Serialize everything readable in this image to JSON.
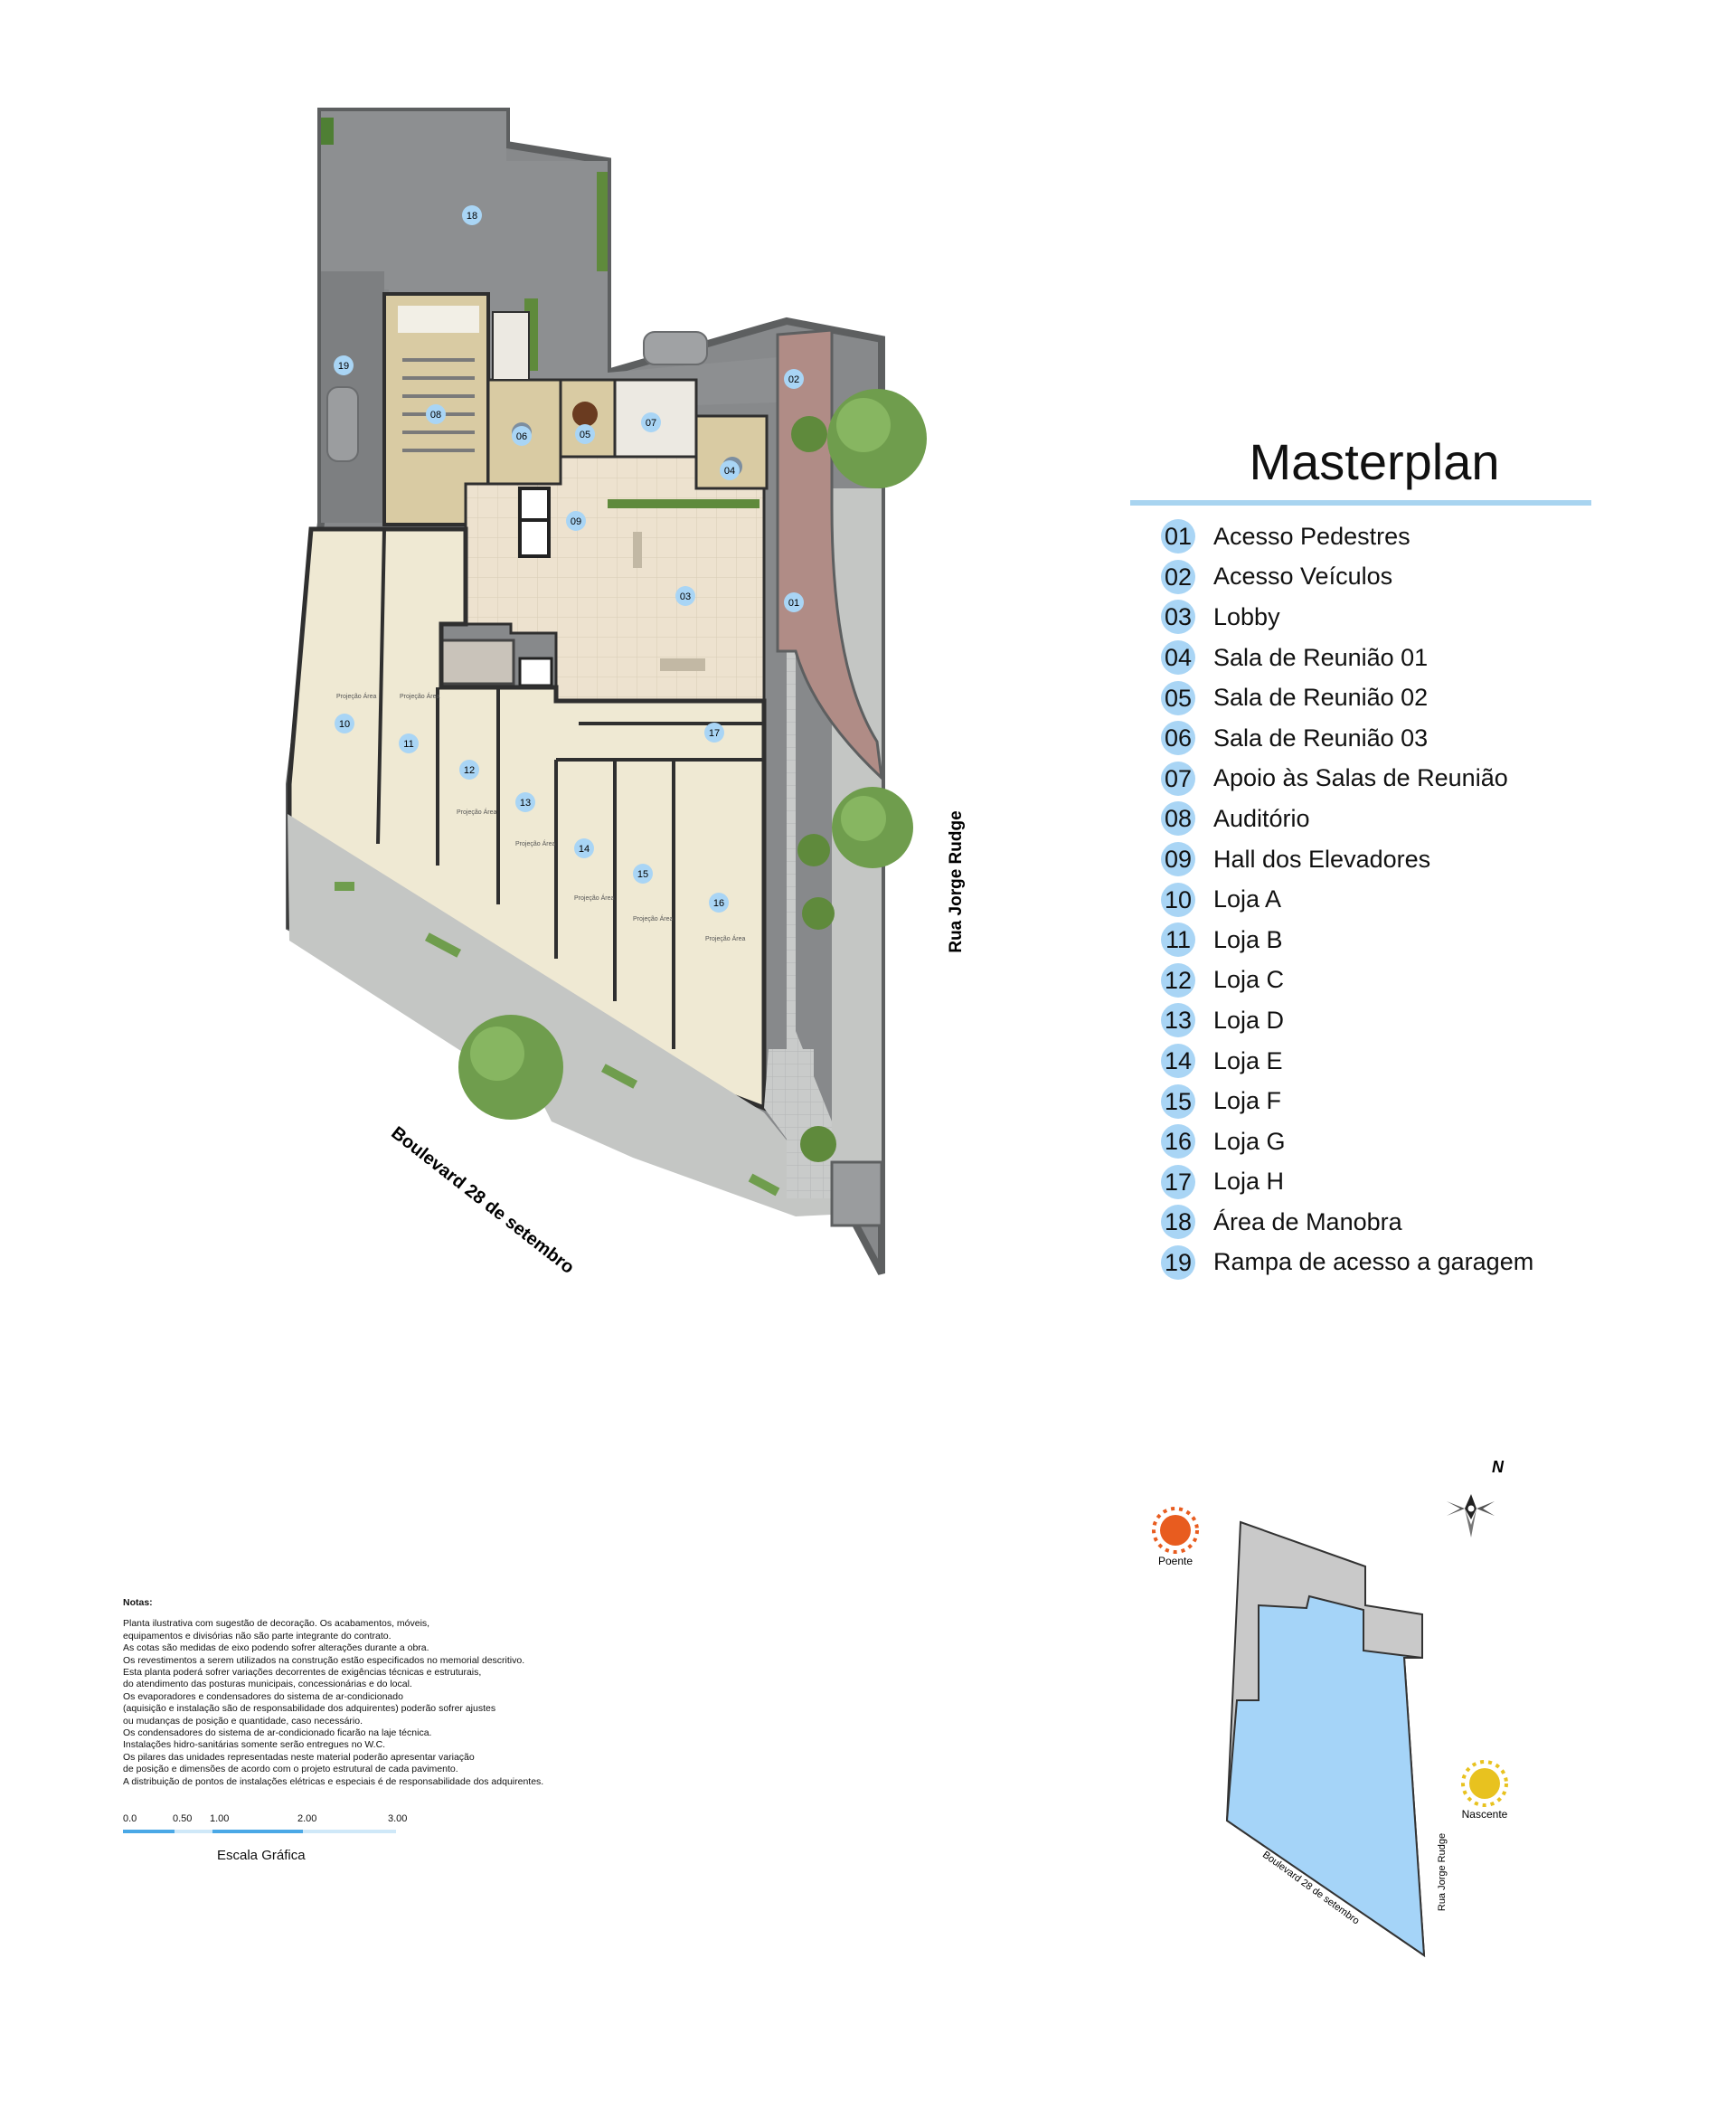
{
  "legend": {
    "title": "Masterplan",
    "items": [
      {
        "num": "01",
        "label": "Acesso Pedestres"
      },
      {
        "num": "02",
        "label": "Acesso Veículos"
      },
      {
        "num": "03",
        "label": "Lobby"
      },
      {
        "num": "04",
        "label": "Sala de Reunião 01"
      },
      {
        "num": "05",
        "label": "Sala de Reunião 02"
      },
      {
        "num": "06",
        "label": "Sala de Reunião 03"
      },
      {
        "num": "07",
        "label": "Apoio às Salas de Reunião"
      },
      {
        "num": "08",
        "label": "Auditório"
      },
      {
        "num": "09",
        "label": "Hall dos Elevadores"
      },
      {
        "num": "10",
        "label": "Loja A"
      },
      {
        "num": "11",
        "label": "Loja B"
      },
      {
        "num": "12",
        "label": "Loja C"
      },
      {
        "num": "13",
        "label": "Loja D"
      },
      {
        "num": "14",
        "label": "Loja E"
      },
      {
        "num": "15",
        "label": "Loja F"
      },
      {
        "num": "16",
        "label": "Loja G"
      },
      {
        "num": "17",
        "label": "Loja H"
      },
      {
        "num": "18",
        "label": "Área de Manobra"
      },
      {
        "num": "19",
        "label": "Rampa de acesso a garagem"
      }
    ]
  },
  "plan": {
    "street_right": "Rua Jorge Rudge",
    "street_bottom": "Boulevard 28 de setembro",
    "markers": [
      "18",
      "19",
      "08",
      "06",
      "05",
      "07",
      "02",
      "04",
      "09",
      "03",
      "01",
      "17",
      "10",
      "11",
      "12",
      "13",
      "14",
      "15",
      "16"
    ],
    "projection_label": "Projeção Área"
  },
  "key_map": {
    "north": "N",
    "sunset": "Poente",
    "sunrise": "Nascente",
    "street_bottom": "Boulevard 28 de setembro",
    "street_right": "Rua Jorge Rudge"
  },
  "notes": {
    "title": "Notas:",
    "lines": [
      "Planta ilustrativa com sugestão de decoração. Os acabamentos, móveis,",
      "equipamentos e divisórias não são parte integrante do contrato.",
      "As cotas são medidas de eixo podendo sofrer alterações durante a obra.",
      "Os revestimentos a serem utilizados na construção estão especificados no memorial descritivo.",
      "Esta planta poderá sofrer variações decorrentes de exigências técnicas e estruturais,",
      "do atendimento das posturas municipais, concessionárias e do local.",
      "Os evaporadores e condensadores do sistema de ar-condicionado",
      "(aquisição e instalação são de responsabilidade dos adquirentes) poderão sofrer ajustes",
      "ou mudanças de posição e quantidade, caso necessário.",
      "Os condensadores do sistema de ar-condicionado ficarão na laje técnica.",
      "Instalações hidro-sanitárias somente serão entregues no W.C.",
      "Os pilares das unidades representadas neste material poderão apresentar variação",
      "de posição e dimensões de acordo com o projeto estrutural de cada pavimento.",
      "A distribuição de pontos de instalações elétricas e especiais é de responsabilidade dos adquirentes."
    ]
  },
  "scale": {
    "ticks": [
      "0.0",
      "0.50",
      "1.00",
      "2.00",
      "3.00"
    ],
    "title": "Escala Gráfica"
  },
  "colors": {
    "shop_fill": "#efe9d3",
    "lobby_fill": "#ede2cf",
    "asphalt": "#87898b",
    "sidewalk": "#c4c6c4",
    "access_red": "#b08c86",
    "tree": "#6f9d4d",
    "marker": "#a9d5f5",
    "keymap_blue": "#a5d4f8",
    "keymap_grey": "#c9c9c9"
  }
}
